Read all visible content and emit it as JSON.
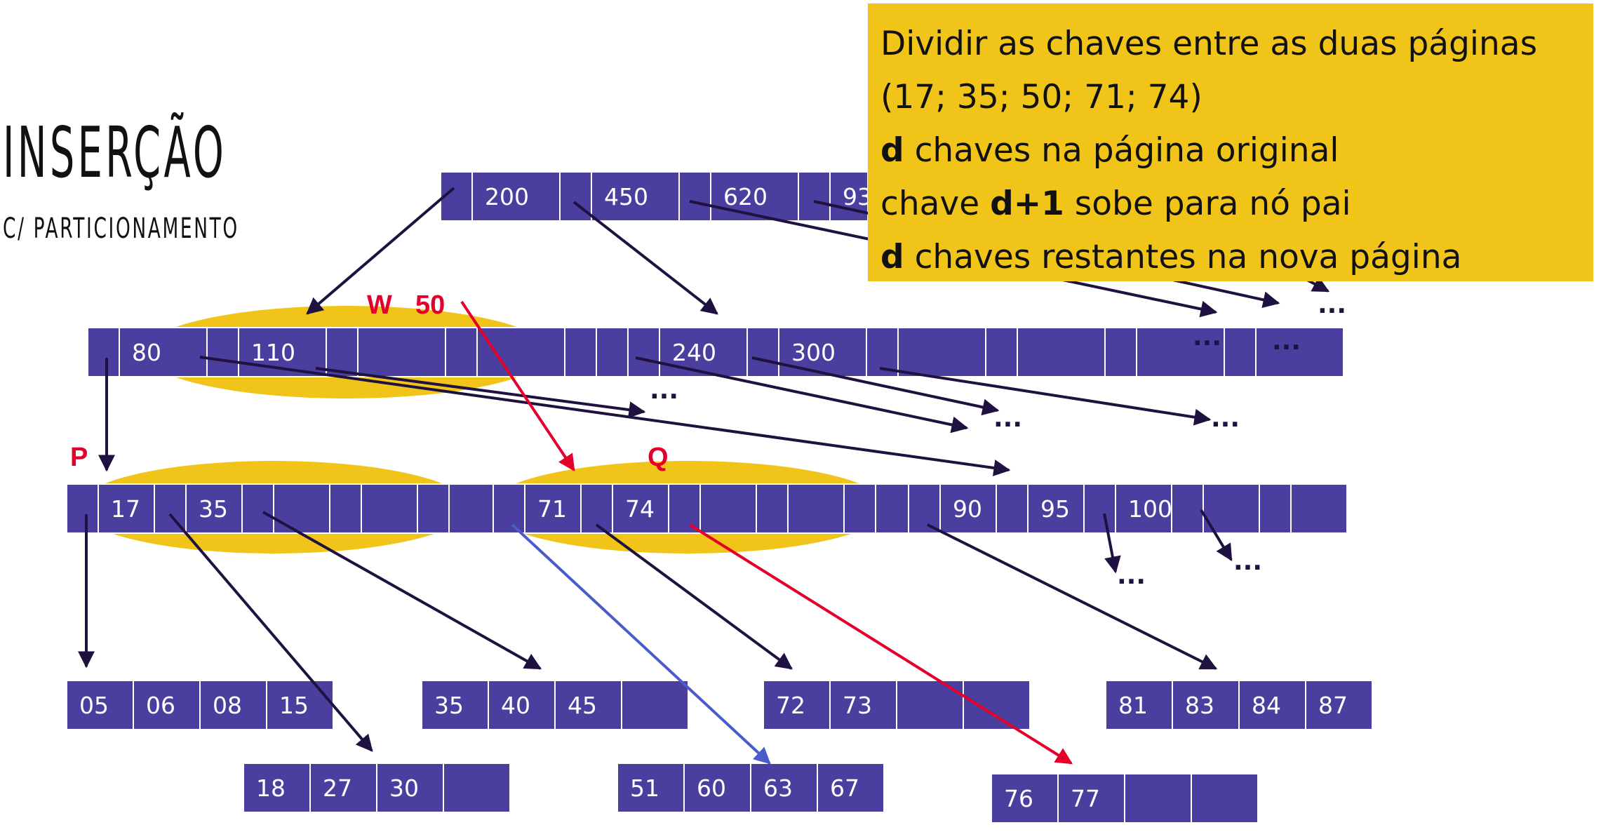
{
  "slide": {
    "title": "INSERÇÃO",
    "subtitle": "C/ PARTICIONAMENTO"
  },
  "note": {
    "line1": "Dividir as chaves entre as duas páginas",
    "line2": "(17; 35; 50; 71; 74)",
    "line3_bold": "d",
    "line3_rest": " chaves na página original",
    "line4_pre": "chave ",
    "line4_bold": "d+1",
    "line4_rest": " sobe para nó pai",
    "line5_bold": "d",
    "line5_rest": " chaves restantes na nova página"
  },
  "labels": {
    "w": "W",
    "insert_key": "50",
    "p": "P",
    "q": "Q",
    "ellipsis": "..."
  },
  "pages": {
    "root": [
      "200",
      "450",
      "620",
      "93"
    ],
    "w": [
      "80",
      "110",
      "",
      "",
      "",
      ""
    ],
    "n240": [
      "240",
      "300",
      "",
      "",
      "",
      ""
    ],
    "p": [
      "17",
      "35",
      "",
      "",
      "",
      ""
    ],
    "q": [
      "71",
      "74",
      "",
      "",
      "",
      ""
    ],
    "n90": [
      "90",
      "95",
      "100",
      "",
      ""
    ],
    "l05": [
      "05",
      "06",
      "08",
      "15"
    ],
    "l18": [
      "18",
      "27",
      "30",
      ""
    ],
    "l35": [
      "35",
      "40",
      "45",
      ""
    ],
    "l51": [
      "51",
      "60",
      "63",
      "67"
    ],
    "l72": [
      "72",
      "73",
      "",
      ""
    ],
    "l76": [
      "76",
      "77",
      "",
      ""
    ],
    "l81": [
      "81",
      "83",
      "84",
      "87"
    ]
  },
  "colors": {
    "cell": "#4a3f9e",
    "highlight": "#f0c419",
    "arrow": "#1f1140",
    "red": "#e4002b",
    "blue": "#4a5ccc"
  }
}
